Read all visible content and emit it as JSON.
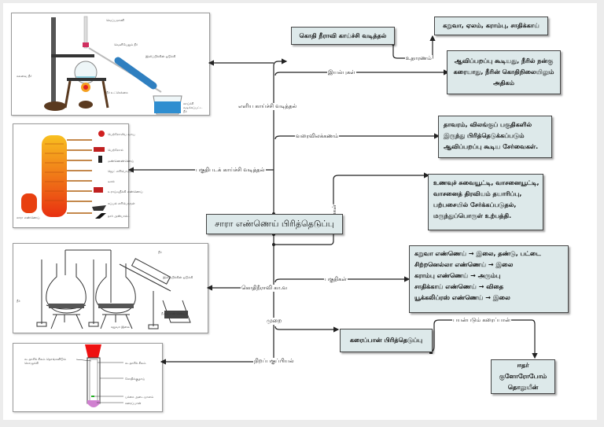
{
  "central": {
    "label": "சாரா எண்ணெய் பிரித்தெடுப்பு"
  },
  "branches": {
    "simple_distillation": "எளிய காய்ச்சி வடித்தல்",
    "definition": "வரைவிலக்கணம்",
    "fractional_distillation": "பகுதிபடக் காய்ச்சி வடித்தல்",
    "uses": "பயன்கள்",
    "parts": "பகுதிகள்",
    "steam_distillation": "கொதிநீராவி கா.வ",
    "method": "முறை",
    "chromatography": "நிறப்பகுப்பியல்",
    "properties": "இயல்புகள்",
    "example": "உதாரணம்",
    "solvents_used": "பயன்படும் கரைப்பான்"
  },
  "nodes": {
    "steam_distill_box": {
      "label": "கொதி நீராவி காய்ச்சி வடித்தல்"
    },
    "examples_box": {
      "label": "கறுவா, ஏலம், கராம்பு, சாதிக்காய்"
    },
    "properties_box": {
      "lines": [
        "ஆவிப்பறப்பு கூடியது, நீரில் நன்கு",
        "கரையாது, நீரின் கொதிநிலையிலும்",
        "அதிகம்"
      ]
    },
    "definition_box": {
      "lines": [
        "தாவரம், விலங்குப் பகுதிகளில்",
        "இருந்து பிரித்தெடுக்கப்படும்",
        "ஆவிப்பறப்பு கூடிய சேர்வைகள்."
      ]
    },
    "uses_box": {
      "lines": [
        "உணவுச் சுவையூட்டி, வாசனையூட்டி,",
        "வாசனைத் திரவியம் தயாரிப்பு,",
        "பற்பசையில் சேர்க்கப்படுதல்,",
        "மருந்துப்பொருள் உற்பத்தி."
      ]
    },
    "parts_box": {
      "rows": [
        {
          "oil": "கறுவா எண்ணெய்",
          "arrow": "→",
          "part": "இலை, தண்டு, பட்டை"
        },
        {
          "oil": "சிற்றனெல்லா எண்ணெய்",
          "arrow": "→",
          "part": "இலை"
        },
        {
          "oil": "கராம்பு எண்ணெய்",
          "arrow": "→",
          "part": "அரும்பு"
        },
        {
          "oil": "சாதிக்காய் எண்ணெய்",
          "arrow": "→",
          "part": "விதை"
        },
        {
          "oil": "யூக்கலிப்ரஸ் எண்ணெய்",
          "arrow": "→",
          "part": "இலை"
        }
      ]
    },
    "solvent_extraction_box": {
      "label": "கரைப்பான் பிரித்தெடுப்பு"
    },
    "solvents_box": {
      "lines": [
        "ஈதர்",
        "குளோரோபோம்",
        "தொலுயீன்"
      ]
    }
  },
  "figures": {
    "simple_distillation": {
      "labels": {
        "thermometer": "வெப்பமானி",
        "water_out": "வெளியேறும் நீர்",
        "condenser": "இலிப்பிக்கின் ஒடுக்கி",
        "mixture": "கலவை நீர்",
        "water_in": "நீர் உட்செல்கை",
        "distillate": "காய்ச்சி வடிக்கப்பட்ட நீர்"
      }
    },
    "fractional_distillation": {
      "labels": {
        "gas": "பெற்றோலிய வாயு",
        "petrol": "பெற்றோல்",
        "kerosene": "மண்ணெண்ணெய்",
        "jet_fuel": "ஜெட் எரிபொருள்",
        "diesel": "டீசல்",
        "lubricant": "உராய்வுநீக்கி எண்ணெய்",
        "fuel_oil": "கப்பல் எரிபொருள்",
        "bitumen": "தார் அஸ்பால்ட்",
        "crude": "சாரா எண்ணெய்"
      }
    },
    "steam_distillation": {
      "labels": {
        "water": "நீர்",
        "condenser": "இலிப்பிக்கின் ஒடுக்கி",
        "leaves": "கறுவா இலை",
        "oil_water": "நீரும் எண்ணெயும்"
      }
    },
    "chromatography": {
      "labels": {
        "cork": "கடதாசிக் கீலம் தொங்கவிடும் கொழுக்கி",
        "paper": "கடதாசிக் கீலம்",
        "tube": "சோதிக்குழாய்",
        "spot": "பச்சை அடையாளம்",
        "solvent": "கரைப்பான்"
      }
    }
  },
  "colors": {
    "node_fill": "#dde9ea",
    "node_border": "#444444",
    "link": "#222222"
  }
}
